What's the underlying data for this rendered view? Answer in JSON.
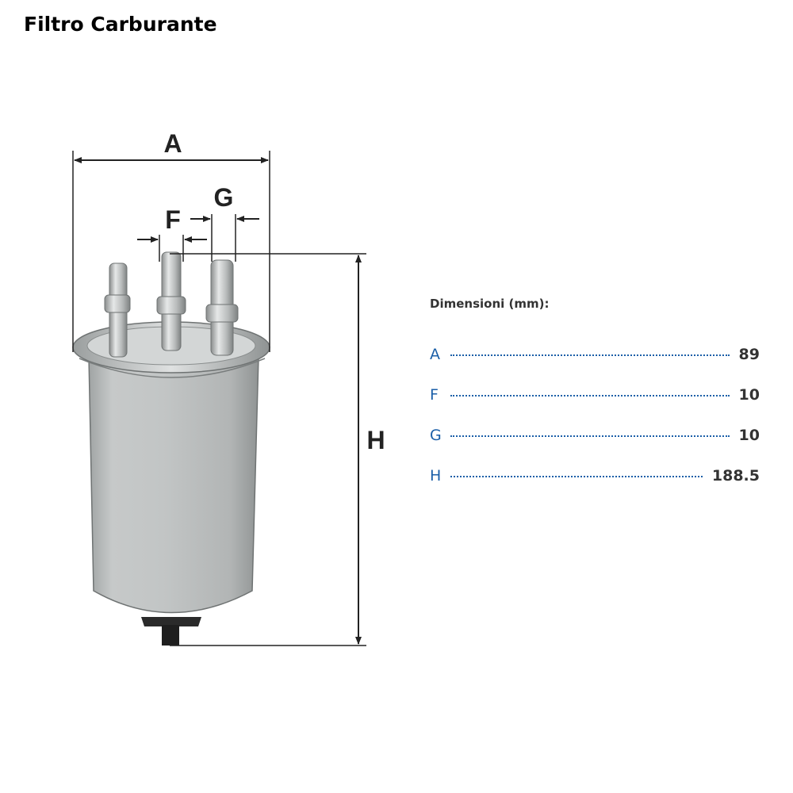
{
  "title": "Filtro Carburante",
  "diagram": {
    "labels": {
      "a": "A",
      "f": "F",
      "g": "G",
      "h": "H"
    }
  },
  "dimensions": {
    "heading": "Dimensioni (mm):",
    "rows": [
      {
        "key": "A",
        "value": "89"
      },
      {
        "key": "F",
        "value": "10"
      },
      {
        "key": "G",
        "value": "10"
      },
      {
        "key": "H",
        "value": "188.5"
      }
    ]
  },
  "colors": {
    "key_text": "#1b5fa8",
    "filter_body": "#b9bcbc",
    "dimension_lines": "#222222"
  }
}
